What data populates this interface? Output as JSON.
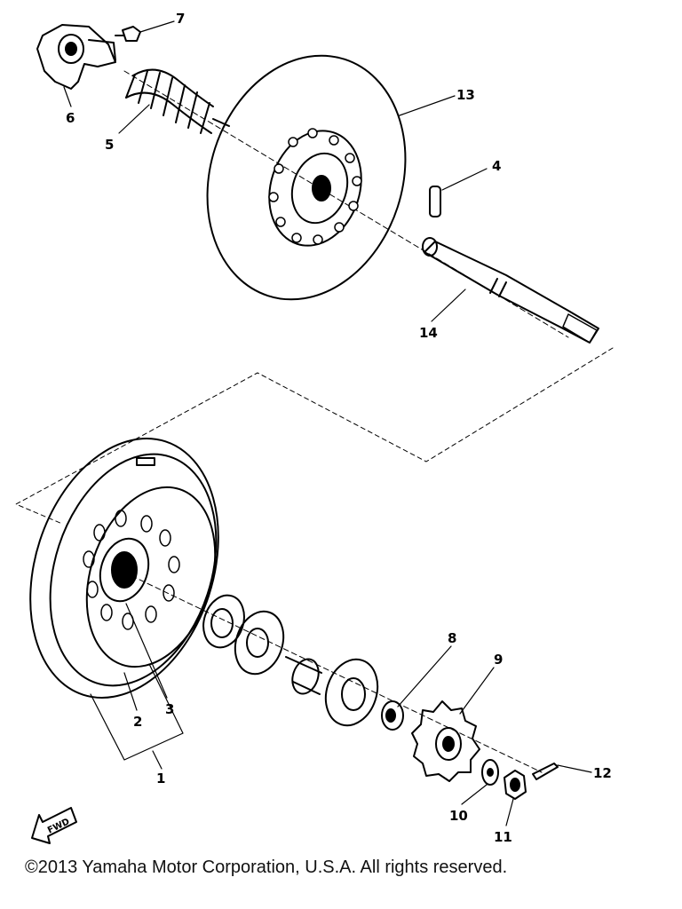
{
  "callouts": {
    "c1": "1",
    "c2": "2",
    "c3": "3",
    "c4": "4",
    "c5": "5",
    "c6": "6",
    "c7": "7",
    "c8": "8",
    "c9": "9",
    "c10": "10",
    "c11": "11",
    "c12": "12",
    "c13": "13",
    "c14": "14"
  },
  "fwd_label": "FWD",
  "copyright": "©2013 Yamaha Motor Corporation, U.S.A. All rights reserved."
}
